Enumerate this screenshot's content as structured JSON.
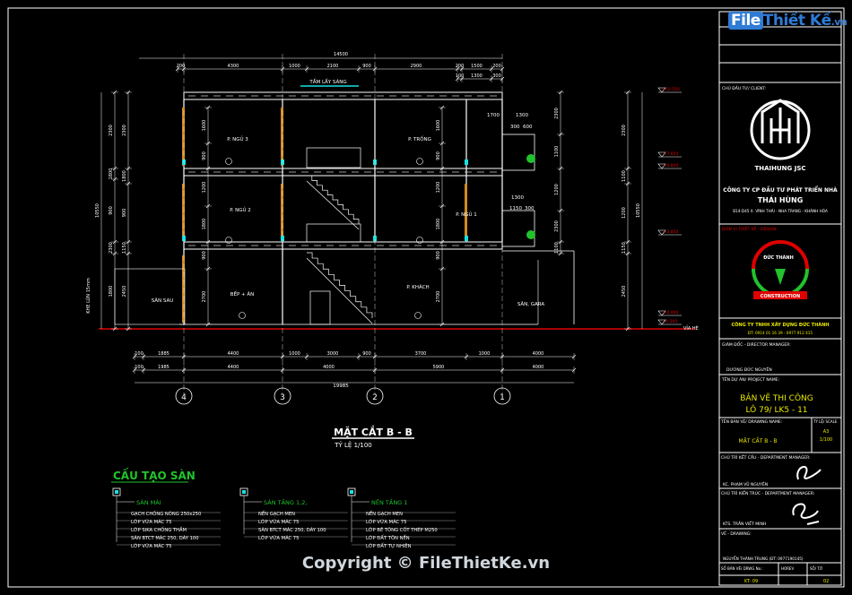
{
  "watermark": {
    "logo_main": "File",
    "logo_rest": "Thiết Kế",
    "logo_domain": ".vn",
    "copyright": "Copyright © FileThietKe.vn"
  },
  "section": {
    "title": "MẶT CẮT B - B",
    "scale": "TỶ LỆ 1/100",
    "tam_lay_sang": "TẤM LẤY SÁNG",
    "side_label": "KHE LÚN 15mm",
    "via_he": "VỈA HÈ",
    "dim_top_total": "14500",
    "dim_top_row1": [
      "200",
      "4300",
      "1000",
      "2100",
      "900",
      "2900",
      "200",
      "1500",
      "200"
    ],
    "dim_top_row2": [
      "100",
      "1300",
      "300"
    ],
    "dim_bot_row1": [
      "100",
      "1885",
      "4400",
      "1000",
      "3000",
      "900",
      "3700",
      "1000",
      "4000"
    ],
    "dim_bot_row2": [
      "100",
      "1985",
      "4400",
      "4000",
      "5900",
      "4000"
    ],
    "dim_bot_total": "19985",
    "axes": [
      "4",
      "3",
      "2",
      "1"
    ],
    "dim_left": [
      "2300",
      "1800",
      "900",
      "2300",
      "1800",
      "900",
      "1150",
      "2450",
      "10550"
    ],
    "dim_mid": [
      "1600",
      "900",
      "1200",
      "1800",
      "900",
      "2700",
      "2700",
      "1200",
      "1700"
    ],
    "dim_right": [
      "2300",
      "1100",
      "1200",
      "2300",
      "1100",
      "1200",
      "1150",
      "2450",
      "10550"
    ],
    "levels": [
      "+10.550",
      "+7.850",
      "+6.800",
      "+3.850",
      "+0.000",
      "-0.300"
    ],
    "rooms": [
      "P. NGỦ 3",
      "P. TRỐNG",
      "P. NGỦ 2",
      "P. NGỦ 1",
      "SÂN SAU",
      "BẾP + ĂN",
      "P. KHÁCH",
      "SÂN, GARA"
    ],
    "small_dims": [
      "1700",
      "1300",
      "300",
      "600",
      "1150",
      "300"
    ]
  },
  "structure": {
    "heading": "CẤU TẠO SÀN",
    "groups": [
      {
        "title": "SÀN MÁI",
        "items": [
          "GẠCH CHỐNG NÓNG 250x250",
          "LỚP VỮA MÁC 75",
          "LỚP SIKA CHỐNG THẤM",
          "SÀN BTCT MÁC 250, DÀY 100",
          "LỚP VỮA MÁC 75"
        ]
      },
      {
        "title": "SÀN TẦNG 1,2,",
        "items": [
          "NỀN GẠCH MEN",
          "LỚP VỮA MÁC 75",
          "SÀN BTCT MÁC 250, DÀY 100",
          "LỚP VỮA MÁC 75"
        ]
      },
      {
        "title": "NỀN TẦNG 1",
        "items": [
          "NỀN GẠCH MEN",
          "LỚP VỮA MÁC 75",
          "LỚP BÊ TÔNG CỐT THÉP M250",
          "LỚP ĐẤT TÔN NỀN",
          "LỚP ĐẤT TỰ NHIÊN"
        ]
      }
    ]
  },
  "titleblock": {
    "chu_dau_tu": "CHỦ ĐẦU TƯ/ CLIENT:",
    "company_logo": "THAIHUNG JSC",
    "company1": "CÔNG TY CP ĐẦU TƯ PHÁT TRIỂN NHÀ",
    "company2": "THÁI HÙNG",
    "address": "B14-D45 X. VĨNH THÁI - NHA TRANG - KHÁNH HÒA",
    "don_vi": "ĐƠN VỊ THIẾT KẾ - DESIGN:",
    "builder_logo": "ĐỨC THÀNH",
    "builder_sub": "CONSTRUCTION",
    "builder_name": "CÔNG TY TNHH XÂY DỰNG ĐỨC THÀNH",
    "builder_phone": "ĐT: 0914 01 16 39 - 0977 912 415",
    "giam_doc": "GIÁM ĐỐC - DIRECTOR MANAGER:",
    "giam_doc_name": "DƯƠNG ĐỨC NGUYÊN",
    "project_label": "TÊN DỰ ÁN/ PROJECT NAME:",
    "project1": "BẢN VẼ THI CÔNG",
    "project2": "LÔ 79/ LK5 - 11",
    "drawing_label": "TÊN BẢN VẼ/ DRAWING NAME:",
    "scale_label": "TỶ LỆ/ SCALE",
    "paper": "A3",
    "scale_val": "1/100",
    "drawing_name": "MẶT CẮT B - B",
    "chu_tri_ket_cau": "CHỦ TRÌ KẾT CẤU - DEPARTMENT MANAGER:",
    "kc_name": "KC. PHẠM VŨ NGUYÊN",
    "chu_tri_kien_truc": "CHỦ TRÌ KIẾN TRÚC - DEPARTMENT MANAGER:",
    "kt_name": "KTS. TRẦN VIẾT MINH",
    "ve_label": "VẼ - DRAWING:",
    "ve_name": "NGUYỄN THÀNH TRUNG (ĐT: 0977190145)",
    "so_ban_ve": "SỐ BẢN VẼ/ DRWG No.:",
    "rev": "HOREV",
    "sheet": "SỐ/ TỜ",
    "so_val": "KT- 09",
    "rev_val": "",
    "sheet_val": "02"
  },
  "colors": {
    "wall": "#ffffff",
    "dim": "#ffffff",
    "green": "#21c22c",
    "yellow": "#e8e800",
    "red": "#e00000",
    "cyan": "#19e0e0",
    "orange": "#d08a20",
    "magenta": "#e030c0",
    "blue": "#2f7bd6"
  }
}
